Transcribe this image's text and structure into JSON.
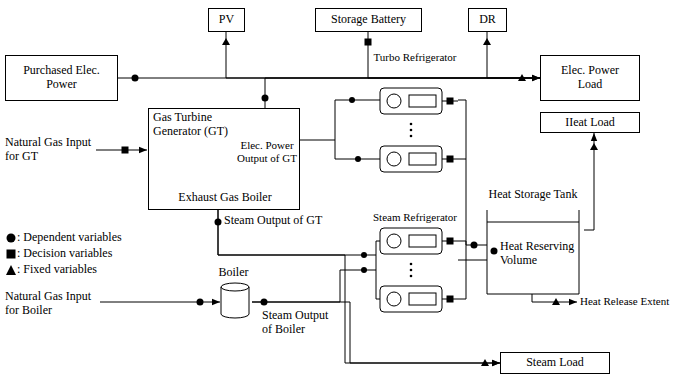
{
  "diagram": {
    "nodes": [
      {
        "text": [
          "PV"
        ]
      },
      {
        "text": [
          "Storage Battery"
        ]
      },
      {
        "text": [
          "DR"
        ]
      },
      {
        "text": [
          "Purchased Elec. Power"
        ]
      },
      {
        "text": [
          "Elec. Power Load"
        ]
      },
      {
        "text": [
          "Turbo Refrigerator"
        ]
      },
      {
        "text": [
          "Gas Turbine Generator (GT)",
          "Exhaust Gas Boiler",
          "Elec. Power Output of GT"
        ]
      },
      {
        "text": [
          "IIeat Load"
        ]
      },
      {
        "text": [
          "Heat Storage Tank",
          "Heat Reserving Volume"
        ]
      },
      {
        "text": [
          "Steam Refrigerator"
        ]
      },
      {
        "text": [
          "Boiler"
        ]
      },
      {
        "text": [
          "Steam Load"
        ]
      }
    ],
    "edges": [
      {
        "from": 3,
        "to": 4,
        "arrow": "to"
      },
      {
        "from": 0,
        "to": 4,
        "arrow": "none"
      },
      {
        "from": 1,
        "to": 4,
        "arrow": "none"
      },
      {
        "from": 2,
        "to": 4,
        "arrow": "none"
      },
      {
        "from": 6,
        "to": 4,
        "arrow": "to"
      },
      {
        "from": 6,
        "to": 5,
        "arrow": "none"
      },
      {
        "from": 5,
        "to": 8,
        "arrow": "none"
      },
      {
        "from": 9,
        "to": 8,
        "arrow": "none"
      },
      {
        "from": 8,
        "to": 7,
        "arrow": "to"
      },
      {
        "from": 6,
        "to": 9,
        "arrow": "none"
      },
      {
        "from": 10,
        "to": 9,
        "arrow": "none"
      },
      {
        "from": 10,
        "to": 11,
        "arrow": "to"
      },
      {
        "from": 6,
        "to": 11,
        "arrow": "to"
      }
    ],
    "labels": [
      "Natural Gas Input for GT",
      "Steam Output of GT",
      "Natural Gas Input for Boiler",
      "Steam Output of Boiler",
      "Heat Release Extent"
    ],
    "legend": [
      {
        "text": ": Dependent variables"
      },
      {
        "text": ": Decision variables"
      },
      {
        "text": ": Fixed variables"
      }
    ]
  }
}
